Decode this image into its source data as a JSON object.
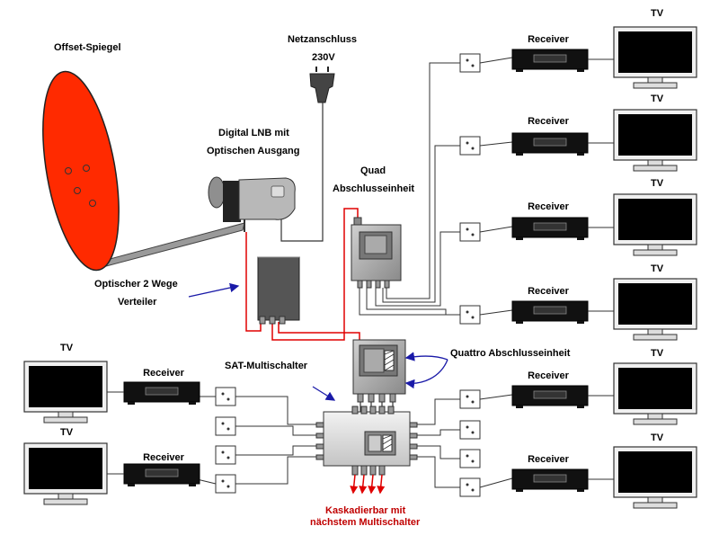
{
  "labels": {
    "dish": "Offset-Spiegel",
    "power_line1": "Netzanschluss",
    "power_line2": "230V",
    "lnb_line1": "Digital LNB mit",
    "lnb_line2": "Optischen Ausgang",
    "quad_line1": "Quad",
    "quad_line2": "Abschlusseinheit",
    "splitter_line1": "Optischer 2 Wege",
    "splitter_line2": "Verteiler",
    "quattro": "Quattro Abschlusseinheit",
    "multiswitch": "SAT-Multischalter",
    "cascade_line1": "Kaskadierbar mit",
    "cascade_line2": "nächstem Multischalter"
  },
  "receiver_label": "Receiver",
  "tv_label": "TV",
  "stations": [
    {
      "side": "right",
      "receiver": "Receiver",
      "tv": "TV"
    },
    {
      "side": "right",
      "receiver": "Receiver",
      "tv": "TV"
    },
    {
      "side": "right",
      "receiver": "Receiver",
      "tv": "TV"
    },
    {
      "side": "right",
      "receiver": "Receiver",
      "tv": "TV"
    },
    {
      "side": "right",
      "receiver": "Receiver",
      "tv": "TV"
    },
    {
      "side": "right",
      "receiver": "Receiver",
      "tv": "TV"
    },
    {
      "side": "left",
      "receiver": "Receiver",
      "tv": "TV"
    },
    {
      "side": "left",
      "receiver": "Receiver",
      "tv": "TV"
    }
  ],
  "colors": {
    "dish": "#ff2a00",
    "optical_fiber": "#e00000",
    "coax": "#333333",
    "device_gray": "#9a9a9a",
    "device_dark": "#555555",
    "screen": "#000000",
    "arrow_blue": "#1a1aa8"
  }
}
